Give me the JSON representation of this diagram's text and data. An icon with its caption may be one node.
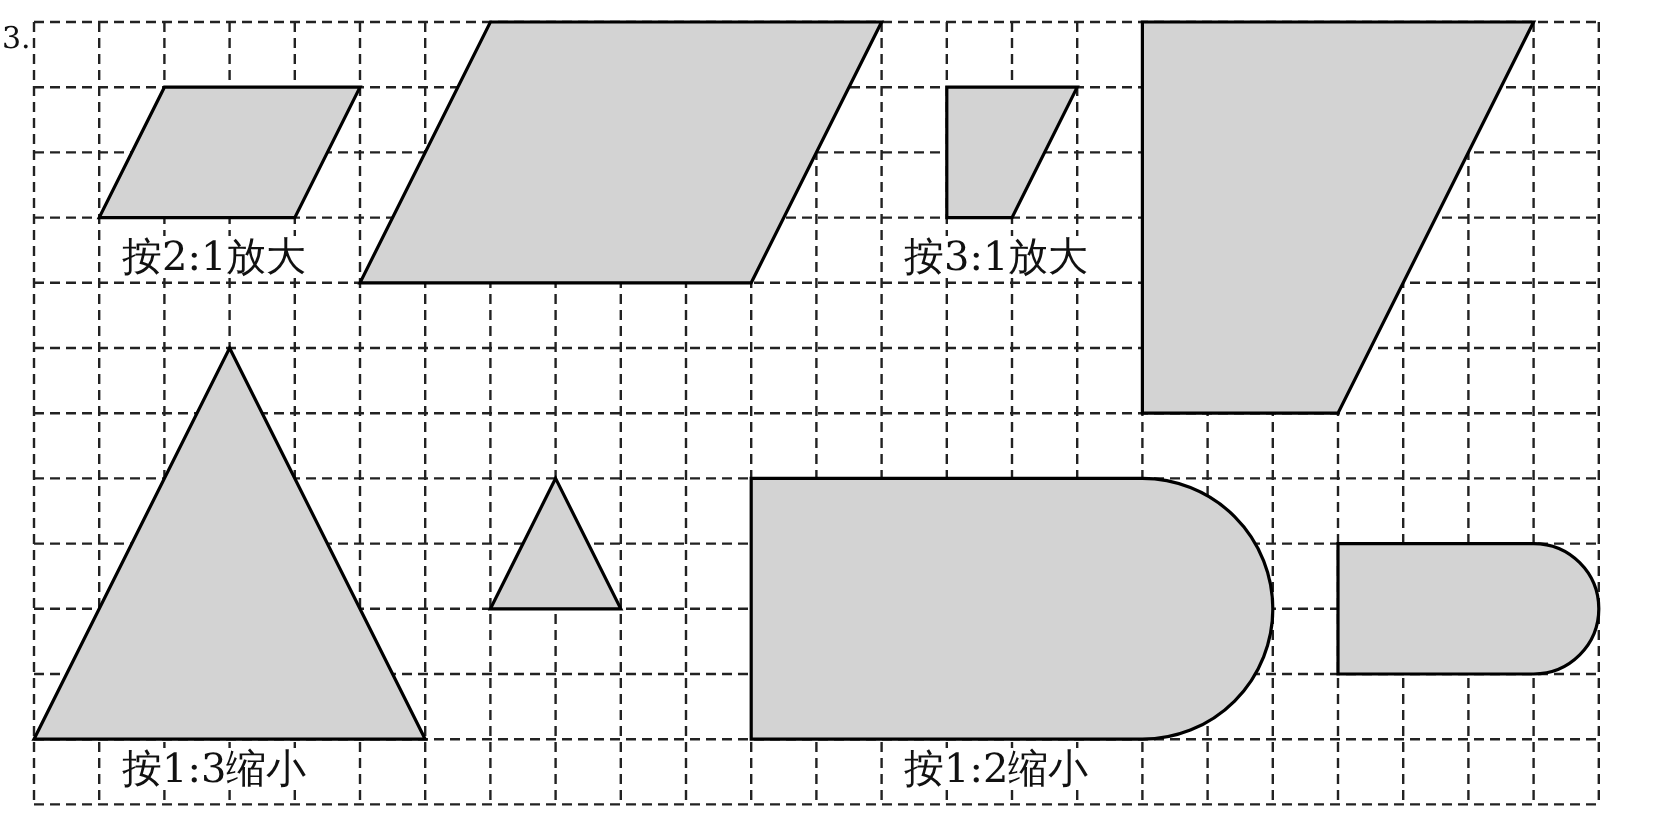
{
  "diagram": {
    "labels": [
      "3.",
      "按2:1放大",
      "按3:1放大",
      "按1:3缩小",
      "按1:2缩小"
    ]
  }
}
